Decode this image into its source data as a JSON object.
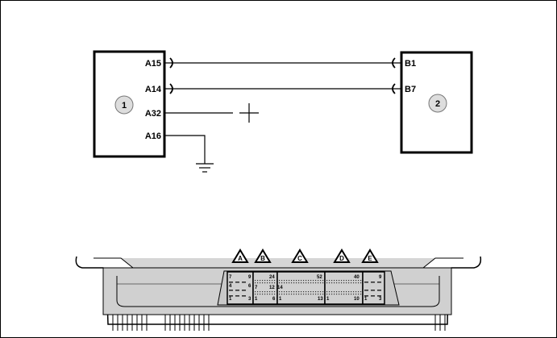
{
  "component_1": {
    "label": "1",
    "pins": [
      "A15",
      "A14",
      "A32",
      "A16"
    ]
  },
  "component_2": {
    "label": "2",
    "pins": [
      "B1",
      "B7"
    ]
  },
  "connector_labels": [
    "A",
    "B",
    "C",
    "D",
    "E"
  ],
  "connector_pin_numbers": {
    "A": [
      "7",
      "9",
      "4",
      "6",
      "1",
      "3"
    ],
    "B": [
      "24",
      "7",
      "12",
      "1",
      "6"
    ],
    "C": [
      "52",
      "14",
      "1",
      "13"
    ],
    "D": [
      "40",
      "1",
      "10"
    ],
    "E": [
      "9",
      "1",
      "3"
    ]
  }
}
